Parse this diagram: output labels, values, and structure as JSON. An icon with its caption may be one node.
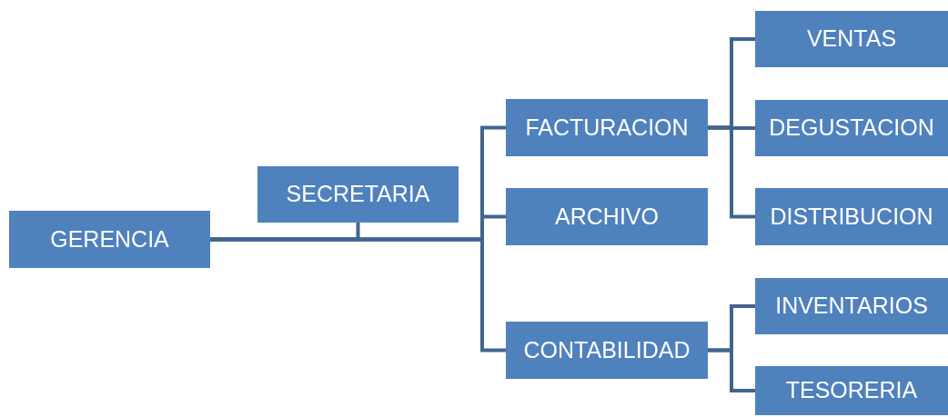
{
  "diagram": {
    "nodes": [
      {
        "text": [
          "GERENCIA"
        ]
      },
      {
        "text": [
          "SECRETARIA"
        ]
      },
      {
        "text": [
          "FACTURACION"
        ]
      },
      {
        "text": [
          "ARCHIVO"
        ]
      },
      {
        "text": [
          "CONTABILIDAD"
        ]
      },
      {
        "text": [
          "VENTAS"
        ]
      },
      {
        "text": [
          "DEGUSTACION"
        ]
      },
      {
        "text": [
          "DISTRIBUCION"
        ]
      },
      {
        "text": [
          "INVENTARIOS"
        ]
      },
      {
        "text": [
          "TESORERIA"
        ]
      }
    ],
    "edges": [
      {
        "from": 1,
        "to": 0,
        "arrow": "none"
      },
      {
        "from": 0,
        "to": 2,
        "arrow": "none"
      },
      {
        "from": 0,
        "to": 3,
        "arrow": "none"
      },
      {
        "from": 0,
        "to": 4,
        "arrow": "none"
      },
      {
        "from": 2,
        "to": 5,
        "arrow": "none"
      },
      {
        "from": 2,
        "to": 6,
        "arrow": "none"
      },
      {
        "from": 2,
        "to": 7,
        "arrow": "none"
      },
      {
        "from": 4,
        "to": 8,
        "arrow": "none"
      },
      {
        "from": 4,
        "to": 9,
        "arrow": "none"
      }
    ]
  }
}
